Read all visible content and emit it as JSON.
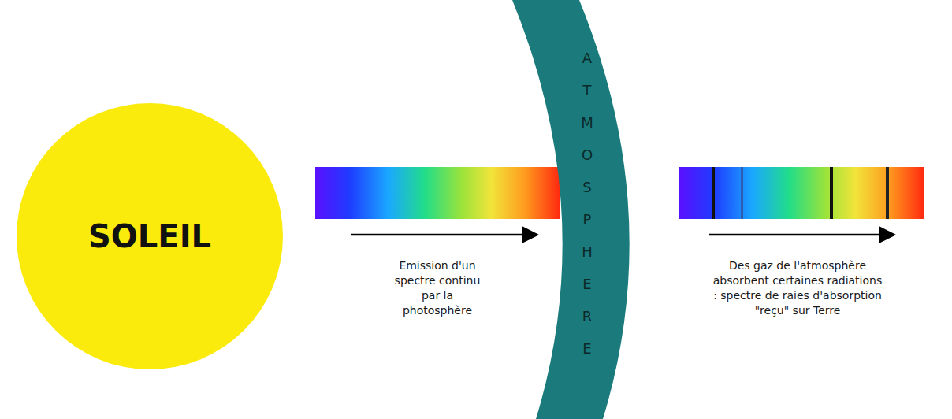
{
  "diagram": {
    "nodes": [
      {
        "text": [
          "SOLEIL"
        ]
      },
      {
        "text": [
          "ATMOSPHERE"
        ]
      }
    ],
    "labels": [
      "Emission d'un spectre continu par la photosphère",
      "Des gaz de l'atmosphère absorbent certaines radiations : spectre de raies d'absorption \"reçu\" sur Terre"
    ]
  }
}
